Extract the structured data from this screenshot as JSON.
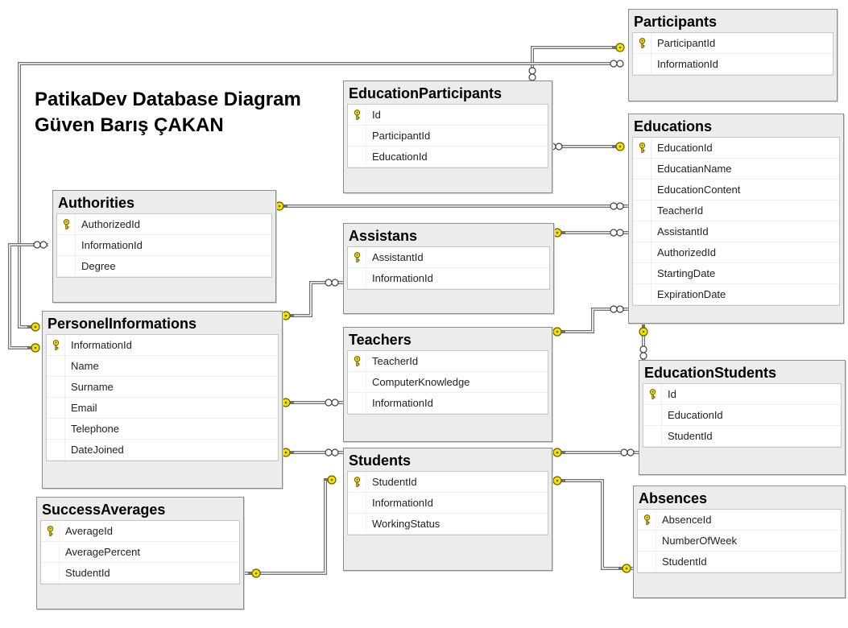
{
  "heading": {
    "line1": "PatikaDev Database Diagram",
    "line2": "Güven Barış ÇAKAN"
  },
  "icons": {
    "primary_key": "key-icon",
    "one_end": "key-connector-icon",
    "many_end": "infinity-connector-icon"
  },
  "colors": {
    "key": "#f1e300",
    "frame": "#ececec",
    "line": "#6e6e6e"
  },
  "tables": {
    "participants": {
      "name": "Participants",
      "fields": [
        "ParticipantId",
        "InformationId"
      ],
      "keys": [
        0
      ]
    },
    "education_participants": {
      "name": "EducationParticipants",
      "fields": [
        "Id",
        "ParticipantId",
        "EducationId"
      ],
      "keys": [
        0
      ]
    },
    "educations": {
      "name": "Educations",
      "fields": [
        "EducationId",
        "EducatianName",
        "EducationContent",
        "TeacherId",
        "AssistantId",
        "AuthorizedId",
        "StartingDate",
        "ExpirationDate"
      ],
      "keys": [
        0
      ]
    },
    "authorities": {
      "name": "Authorities",
      "fields": [
        "AuthorizedId",
        "InformationId",
        "Degree"
      ],
      "keys": [
        0
      ]
    },
    "assistans": {
      "name": "Assistans",
      "fields": [
        "AssistantId",
        "InformationId"
      ],
      "keys": [
        0
      ]
    },
    "personel_informations": {
      "name": "PersonelInformations",
      "fields": [
        "InformationId",
        "Name",
        "Surname",
        "Email",
        "Telephone",
        "DateJoined"
      ],
      "keys": [
        0
      ]
    },
    "teachers": {
      "name": "Teachers",
      "fields": [
        "TeacherId",
        "ComputerKnowledge",
        "InformationId"
      ],
      "keys": [
        0
      ]
    },
    "education_students": {
      "name": "EducationStudents",
      "fields": [
        "Id",
        "EducationId",
        "StudentId"
      ],
      "keys": [
        0
      ]
    },
    "students": {
      "name": "Students",
      "fields": [
        "StudentId",
        "InformationId",
        "WorkingStatus"
      ],
      "keys": [
        0
      ]
    },
    "success_averages": {
      "name": "SuccessAverages",
      "fields": [
        "AverageId",
        "AveragePercent",
        "StudentId"
      ],
      "keys": [
        0
      ]
    },
    "absences": {
      "name": "Absences",
      "fields": [
        "AbsenceId",
        "NumberOfWeek",
        "StudentId"
      ],
      "keys": [
        0
      ]
    }
  }
}
